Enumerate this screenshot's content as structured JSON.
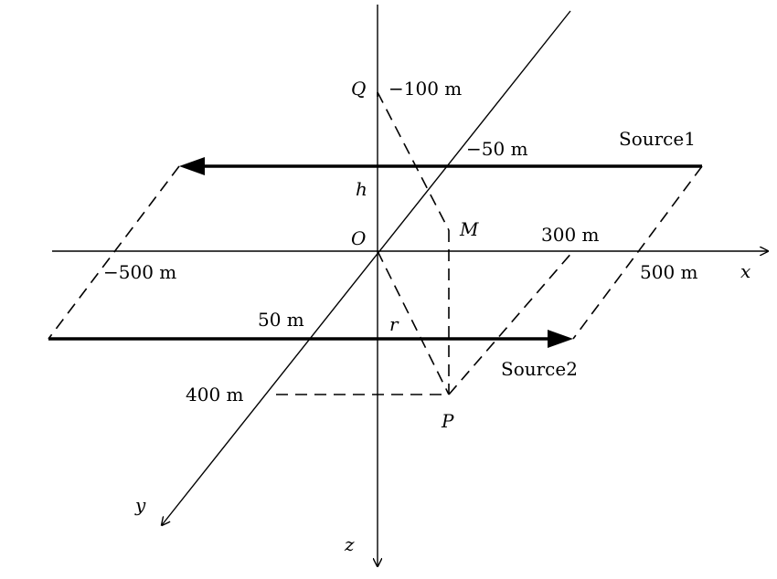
{
  "diagram": {
    "axes": {
      "x": "x",
      "y": "y",
      "z": "z",
      "origin": "O"
    },
    "points": {
      "Q": "Q",
      "M": "M",
      "P": "P"
    },
    "symbols": {
      "h": "h",
      "r": "r"
    },
    "dimensions": {
      "q_depth": "−100 m",
      "y_minus": "−50 m",
      "x_300": "300 m",
      "x_minus_500": "−500 m",
      "x_500": "500 m",
      "y_50": "50 m",
      "z_400": "400 m"
    },
    "sources": {
      "source1": "Source1",
      "source2": "Source2"
    }
  }
}
